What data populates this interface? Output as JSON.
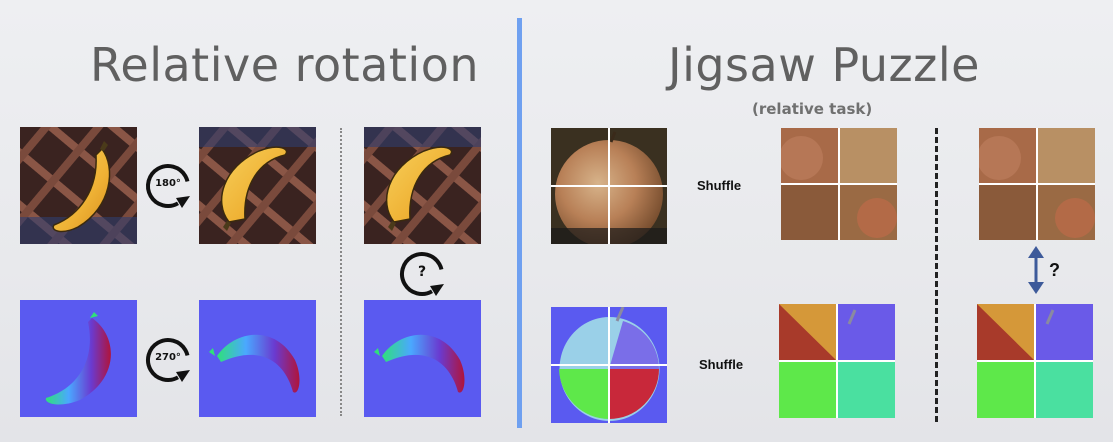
{
  "left": {
    "title": "Relative rotation",
    "rot_top_label": "180°",
    "rot_bottom_label": "270°",
    "rot_question_label": "?"
  },
  "right": {
    "title": "Jigsaw Puzzle",
    "subtitle": "(relative task)",
    "shuffle_top": "Shuffle",
    "shuffle_bottom": "Shuffle",
    "question": "?"
  },
  "colors": {
    "divider": "#6fa0f0",
    "normal_map_bg": "#5a5af0",
    "banana": "#f2b63a"
  },
  "icons": [
    "rotate-arrow-icon",
    "double-arrow-icon"
  ]
}
